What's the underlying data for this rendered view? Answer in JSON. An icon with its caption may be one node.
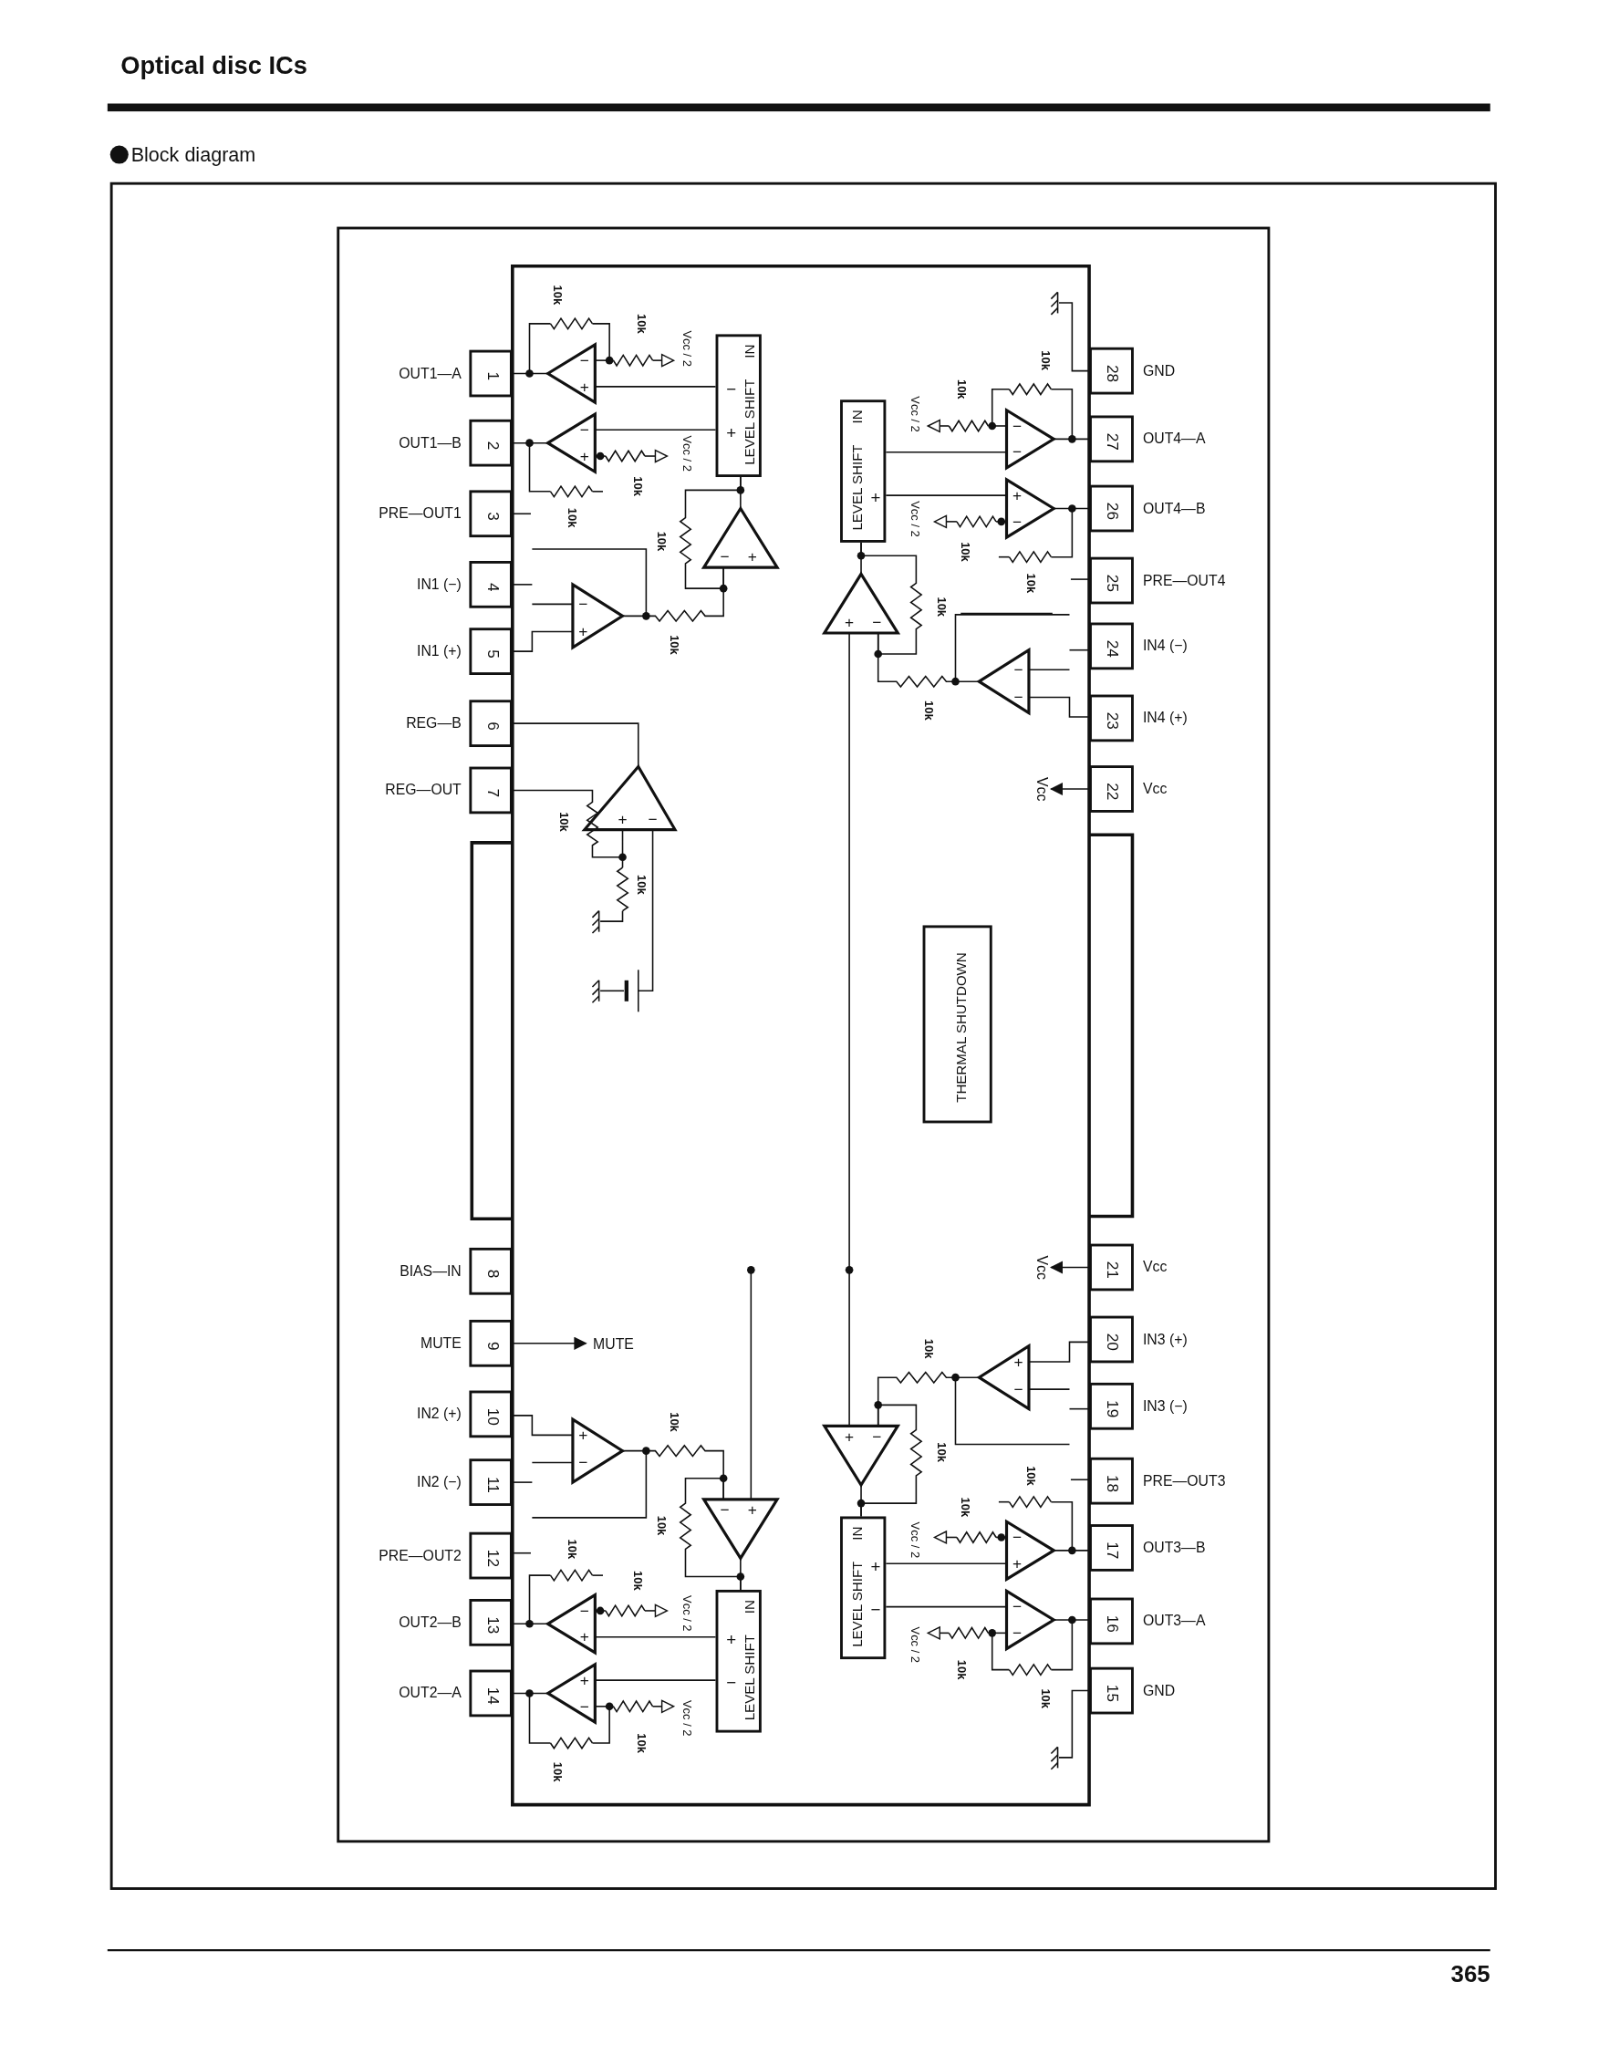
{
  "diagram": {
    "title": "Optical disc ICs",
    "nodes": [
      {
        "text": [
          "1"
        ],
        "beside": [
          "OUT1—A"
        ]
      },
      {
        "text": [
          "2"
        ],
        "beside": [
          "OUT1—B"
        ]
      },
      {
        "text": [
          "3"
        ],
        "beside": [
          "PRE—OUT1"
        ]
      },
      {
        "text": [
          "4"
        ],
        "beside": [
          "IN1 (−)"
        ]
      },
      {
        "text": [
          "5"
        ],
        "beside": [
          "IN1 (+)"
        ]
      },
      {
        "text": [
          "6"
        ],
        "beside": [
          "REG—B"
        ]
      },
      {
        "text": [
          "7"
        ],
        "beside": [
          "REG—OUT"
        ]
      },
      {
        "text": [
          "8"
        ],
        "beside": [
          "BIAS—IN"
        ]
      },
      {
        "text": [
          "9"
        ],
        "beside": [
          "MUTE"
        ]
      },
      {
        "text": [
          "10"
        ],
        "beside": [
          "IN2 (+)"
        ]
      },
      {
        "text": [
          "11"
        ],
        "beside": [
          "IN2 (−)"
        ]
      },
      {
        "text": [
          "12"
        ],
        "beside": [
          "PRE—OUT2"
        ]
      },
      {
        "text": [
          "13"
        ],
        "beside": [
          "OUT2—B"
        ]
      },
      {
        "text": [
          "14"
        ],
        "beside": [
          "OUT2—A"
        ]
      },
      {
        "text": [
          "15"
        ],
        "beside": [
          "GND"
        ]
      },
      {
        "text": [
          "16"
        ],
        "beside": [
          "OUT3—A"
        ]
      },
      {
        "text": [
          "17"
        ],
        "beside": [
          "OUT3—B"
        ]
      },
      {
        "text": [
          "18"
        ],
        "beside": [
          "PRE—OUT3"
        ]
      },
      {
        "text": [
          "19"
        ],
        "beside": [
          "IN3 (−)"
        ]
      },
      {
        "text": [
          "20"
        ],
        "beside": [
          "IN3 (+)"
        ]
      },
      {
        "text": [
          "21"
        ],
        "beside": [
          "Vcc"
        ]
      },
      {
        "text": [
          "22"
        ],
        "beside": [
          "Vcc"
        ]
      },
      {
        "text": [
          "23"
        ],
        "beside": [
          "IN4 (+)"
        ]
      },
      {
        "text": [
          "24"
        ],
        "beside": [
          "IN4 (−)"
        ]
      },
      {
        "text": [
          "25"
        ],
        "beside": [
          "PRE—OUT4"
        ]
      },
      {
        "text": [
          "26"
        ],
        "beside": [
          "OUT4—B"
        ]
      },
      {
        "text": [
          "27"
        ],
        "beside": [
          "OUT4—A"
        ]
      },
      {
        "text": [
          "28"
        ],
        "beside": [
          "GND"
        ]
      },
      {
        "text": [
          "LEVEL SHIFT",
          "IN",
          "−",
          "+"
        ]
      },
      {
        "text": [
          "−",
          "+"
        ]
      },
      {
        "text": [
          "−",
          "+"
        ]
      },
      {
        "text": [
          "−",
          "+"
        ]
      },
      {
        "text": [
          "−",
          "+"
        ]
      },
      {
        "text": [
          "LEVEL SHIFT",
          "IN",
          "+"
        ]
      },
      {
        "text": [
          "−",
          "−"
        ]
      },
      {
        "text": [
          "+",
          "−"
        ]
      },
      {
        "text": [
          "+",
          "−"
        ]
      },
      {
        "text": [
          "−",
          "−"
        ]
      },
      {
        "text": [
          "LEVEL SHIFT",
          "IN",
          "+",
          "−"
        ]
      },
      {
        "text": [
          "+",
          "−"
        ]
      },
      {
        "text": [
          "−",
          "+"
        ]
      },
      {
        "text": [
          "−",
          "+"
        ]
      },
      {
        "text": [
          "+",
          "−"
        ]
      },
      {
        "text": [
          "LEVEL SHIFT",
          "IN",
          "+",
          "−"
        ]
      },
      {
        "text": [
          "−",
          "−"
        ]
      },
      {
        "text": [
          "−",
          "+"
        ]
      },
      {
        "text": [
          "+",
          "−"
        ]
      },
      {
        "text": [
          "+",
          "−"
        ]
      },
      {
        "text": [
          "+",
          "−"
        ]
      },
      {
        "text": [
          "THERMAL SHUTDOWN"
        ]
      },
      {
        "text": [
          "Vcc"
        ]
      },
      {
        "text": [
          "Vcc"
        ]
      },
      {
        "text": [
          "MUTE"
        ]
      }
    ],
    "edges": [
      {
        "from": 29,
        "to": 0,
        "arrow": "none"
      },
      {
        "from": 30,
        "to": 1,
        "arrow": "none"
      },
      {
        "from": 29,
        "to": 28,
        "arrow": "none"
      },
      {
        "from": 30,
        "to": 28,
        "arrow": "none"
      },
      {
        "from": 31,
        "to": 28,
        "arrow": "none"
      },
      {
        "from": 4,
        "to": 32,
        "arrow": "none"
      },
      {
        "from": 34,
        "to": 26,
        "arrow": "none"
      },
      {
        "from": 35,
        "to": 25,
        "arrow": "none"
      },
      {
        "from": 34,
        "to": 33,
        "arrow": "none"
      },
      {
        "from": 35,
        "to": 33,
        "arrow": "none"
      },
      {
        "from": 36,
        "to": 33,
        "arrow": "none"
      },
      {
        "from": 22,
        "to": 37,
        "arrow": "none"
      },
      {
        "from": 39,
        "to": 13,
        "arrow": "none"
      },
      {
        "from": 40,
        "to": 12,
        "arrow": "none"
      },
      {
        "from": 39,
        "to": 38,
        "arrow": "none"
      },
      {
        "from": 40,
        "to": 38,
        "arrow": "none"
      },
      {
        "from": 41,
        "to": 38,
        "arrow": "none"
      },
      {
        "from": 9,
        "to": 42,
        "arrow": "none"
      },
      {
        "from": 44,
        "to": 15,
        "arrow": "none"
      },
      {
        "from": 45,
        "to": 16,
        "arrow": "none"
      },
      {
        "from": 44,
        "to": 43,
        "arrow": "none"
      },
      {
        "from": 45,
        "to": 43,
        "arrow": "none"
      },
      {
        "from": 46,
        "to": 43,
        "arrow": "none"
      },
      {
        "from": 19,
        "to": 47,
        "arrow": "none"
      },
      {
        "from": 48,
        "to": 5,
        "arrow": "none"
      },
      {
        "from": 21,
        "to": 50,
        "arrow": "to"
      },
      {
        "from": 20,
        "to": 51,
        "arrow": "to"
      },
      {
        "from": 8,
        "to": 52,
        "arrow": "to"
      },
      {
        "from": 28,
        "to": 31,
        "arrow": "none"
      },
      {
        "from": 32,
        "to": 31,
        "arrow": "none"
      },
      {
        "from": 33,
        "to": 36,
        "arrow": "none"
      },
      {
        "from": 37,
        "to": 36,
        "arrow": "none"
      },
      {
        "from": 38,
        "to": 41,
        "arrow": "none"
      },
      {
        "from": 42,
        "to": 41,
        "arrow": "none"
      },
      {
        "from": 43,
        "to": 46,
        "arrow": "none"
      },
      {
        "from": 47,
        "to": 46,
        "arrow": "none"
      },
      {
        "from": 36,
        "to": 46,
        "arrow": "none"
      },
      {
        "from": 6,
        "to": 48,
        "arrow": "none"
      }
    ],
    "labels": [
      "Block diagram",
      "10k",
      "10k",
      "Vcc / 2",
      "Vcc / 2",
      "10k",
      "10k",
      "10k",
      "10k",
      "10k",
      "10k",
      "Vcc / 2",
      "Vcc / 2",
      "10k",
      "10k",
      "10k",
      "10k",
      "10k",
      "10k",
      "Vcc / 2",
      "Vcc / 2",
      "10k",
      "10k",
      "10k",
      "10k",
      "10k",
      "10k",
      "Vcc / 2",
      "Vcc / 2",
      "10k",
      "10k",
      "10k",
      "10k",
      "10k",
      "10k",
      "365"
    ]
  }
}
